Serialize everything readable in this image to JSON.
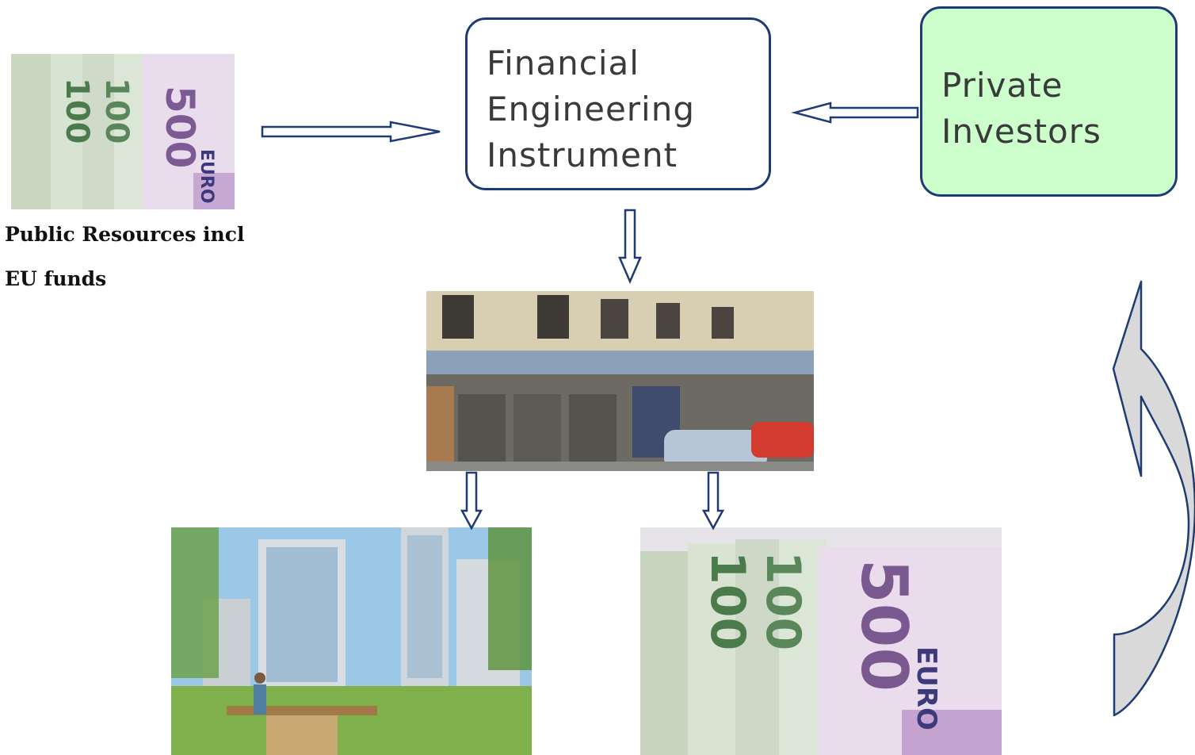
{
  "nodes": {
    "public_caption_line1": "Public Resources incl",
    "public_caption_line2": "EU funds",
    "fei_line1": "Financial",
    "fei_line2": "Engineering",
    "fei_line3": "Instrument",
    "investors_line1": "Private",
    "investors_line2": "Investors"
  },
  "images": {
    "public_money": "euro-banknotes-photo",
    "derelict_street": "derelict-street-photo",
    "regenerated_housing": "regenerated-housing-photo",
    "returned_money": "euro-banknotes-photo"
  },
  "colors": {
    "arrow_stroke": "#1f3b73",
    "investor_fill": "#ccffcc",
    "return_arrow_fill": "#d9d9d9"
  }
}
